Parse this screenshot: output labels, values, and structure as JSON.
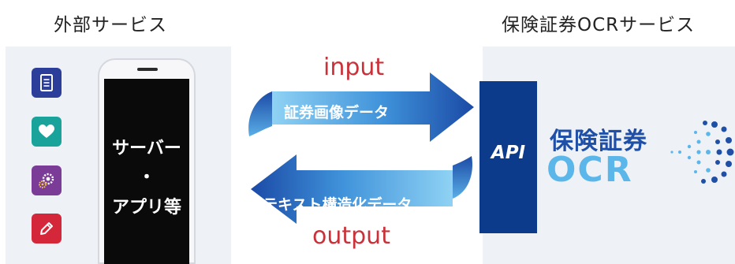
{
  "left_panel": {
    "title": "外部サービス"
  },
  "right_panel": {
    "title": "保険証券OCRサービス"
  },
  "phone": {
    "screen_text": "サーバー\n・\nアプリ等"
  },
  "app_icons": [
    {
      "icon": "document-icon",
      "color": "#2b3f9a"
    },
    {
      "icon": "heart-icon",
      "color": "#1aa39a"
    },
    {
      "icon": "gear-icon",
      "color": "#7a3c97"
    },
    {
      "icon": "pencil-icon",
      "color": "#d4283a"
    }
  ],
  "flow": {
    "input_label": "input",
    "input_arrow_text": "証券画像データ",
    "output_label": "output",
    "output_arrow_text": "テキスト構造化データ"
  },
  "api": {
    "label": "API"
  },
  "logo": {
    "top_text": "保険証券",
    "bottom_text": "OCR"
  }
}
